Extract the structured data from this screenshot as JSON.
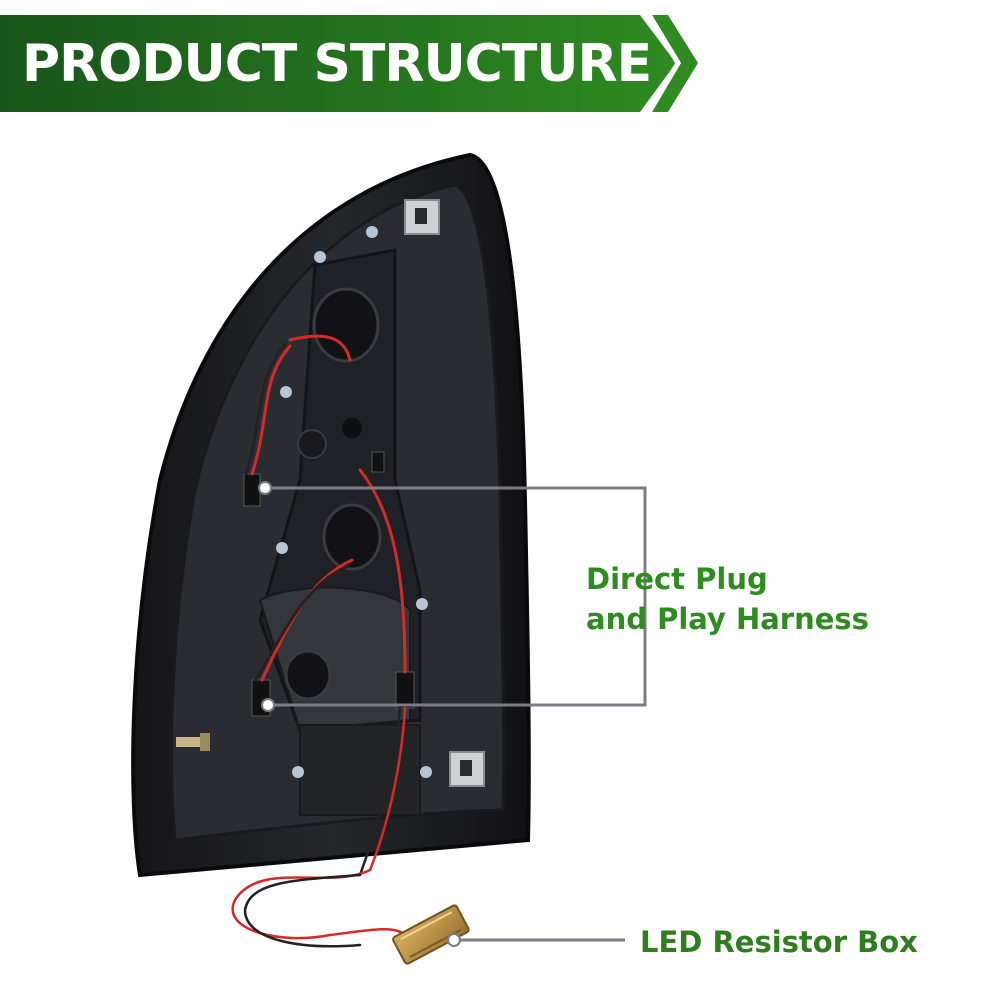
{
  "header": {
    "title": "PRODUCT STRUCTURE",
    "colors": {
      "dark": "#1f5f1c",
      "light": "#2f8a22"
    }
  },
  "callouts": {
    "harness": {
      "line1": "Direct Plug",
      "line2": "and Play Harness"
    },
    "resistor": {
      "label": "LED Resistor Box"
    }
  },
  "colors": {
    "callout_text": "#2e8b1e",
    "leader_line": "#7c7c84"
  }
}
